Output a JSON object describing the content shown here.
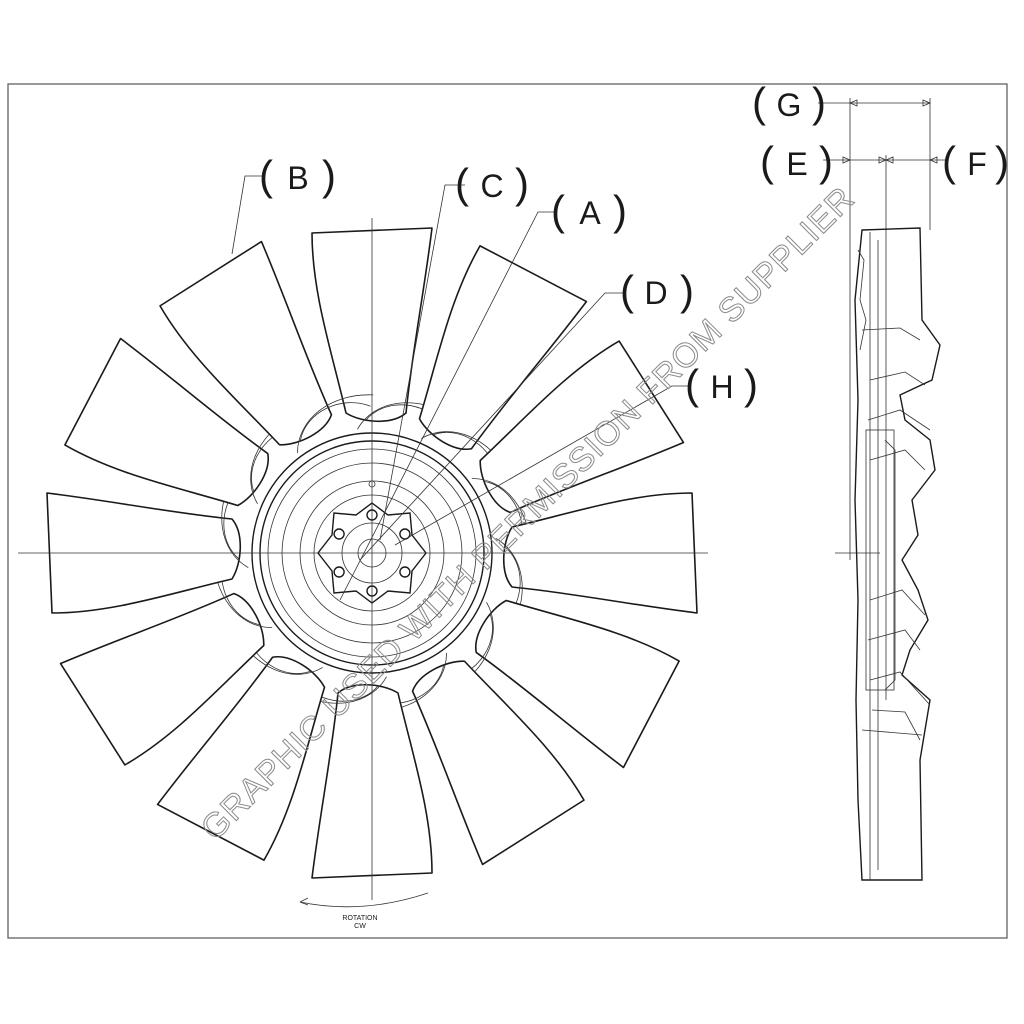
{
  "drawing": {
    "callouts": {
      "A": "A",
      "B": "B",
      "C": "C",
      "D": "D",
      "E": "E",
      "F": "F",
      "G": "G",
      "H": "H"
    },
    "rotation_label": "ROTATION",
    "rotation_direction": "CW",
    "watermark": "GRAPHIC USED WITH PERMISSION FROM SUPPLIER",
    "blade_count": 12
  }
}
